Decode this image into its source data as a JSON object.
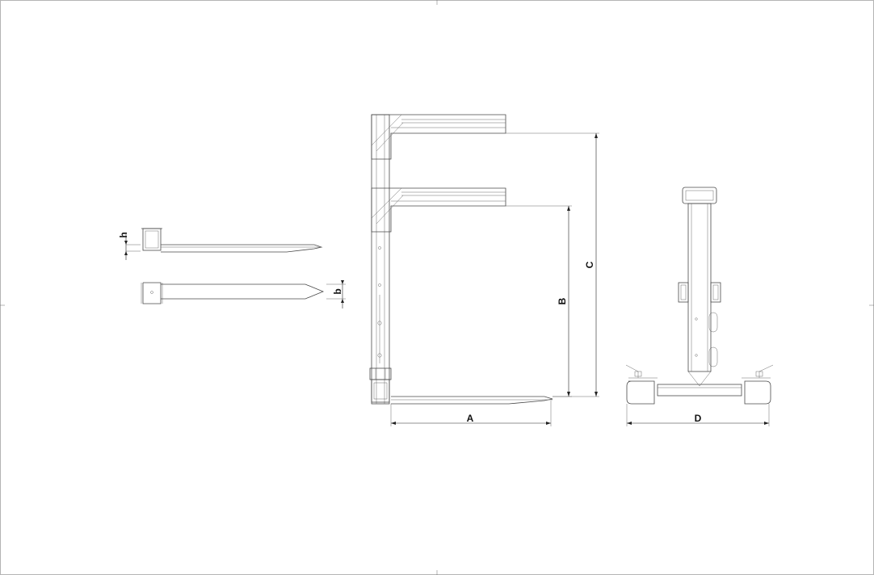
{
  "dimensions": {
    "h": "h",
    "b": "b",
    "a": "A",
    "b_height": "B",
    "c": "C",
    "d": "D"
  },
  "colors": {
    "line": "#4a4a4a",
    "dimension": "#222222",
    "background": "#ffffff"
  }
}
